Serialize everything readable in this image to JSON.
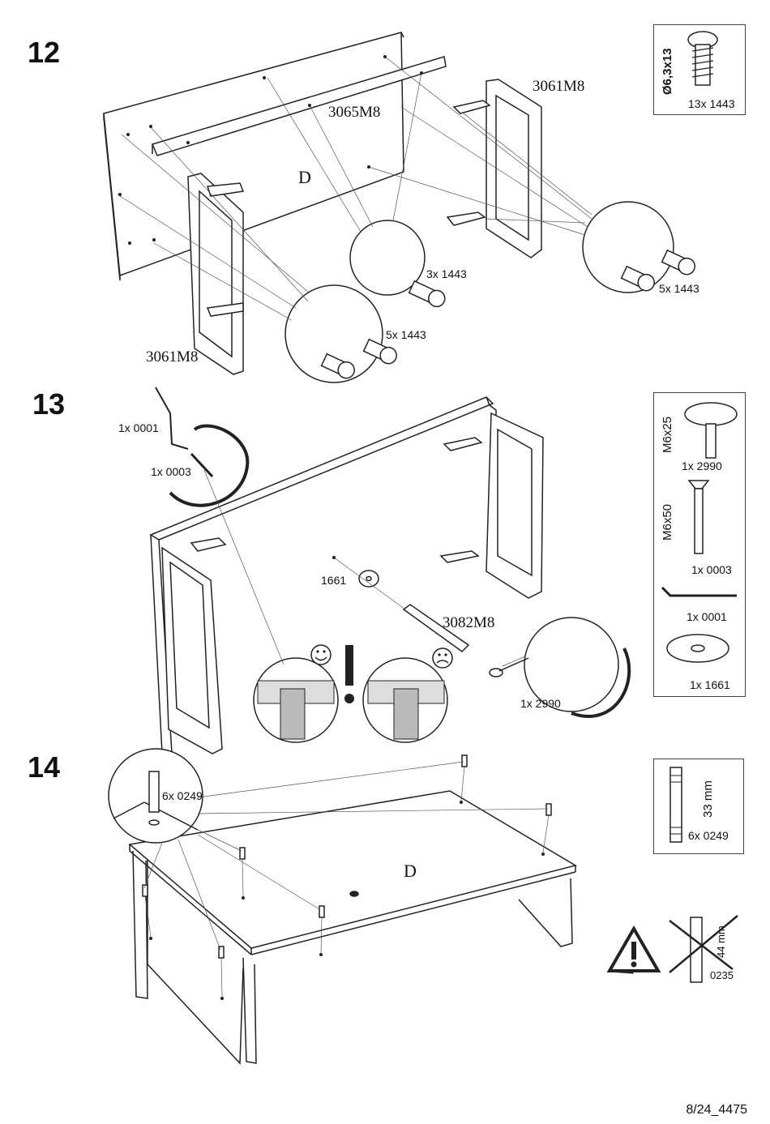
{
  "steps": [
    {
      "number": "12",
      "parts": {
        "panel": "D",
        "crossbar": "3065M8",
        "leg_right": "3061M8",
        "leg_left": "3061M8"
      },
      "callouts": [
        "3x 1443",
        "5x 1443",
        "5x 1443"
      ],
      "hardware_box": {
        "dimension": "Ø6,3x13",
        "qty_code": "13x 1443"
      }
    },
    {
      "number": "13",
      "parts": {
        "key": "1x 0001",
        "bolt": "1x 0003",
        "washer_code": "1661",
        "rod": "3082M8",
        "foot": "1x 2990"
      },
      "hardware_box": [
        {
          "dimension": "M6x25",
          "qty_code": "1x 2990"
        },
        {
          "dimension": "M6x50",
          "qty_code": "1x 0003"
        },
        {
          "dimension": "",
          "qty_code": "1x 0001"
        },
        {
          "dimension": "",
          "qty_code": "1x 1661"
        }
      ]
    },
    {
      "number": "14",
      "parts": {
        "panel": "D",
        "dowel_callout": "6x 0249"
      },
      "hardware_box": {
        "dimension": "33 mm",
        "qty_code": "6x 0249"
      },
      "warning": {
        "dimension": "44 mm",
        "code": "0235"
      }
    }
  ],
  "footer": "8/24_4475"
}
